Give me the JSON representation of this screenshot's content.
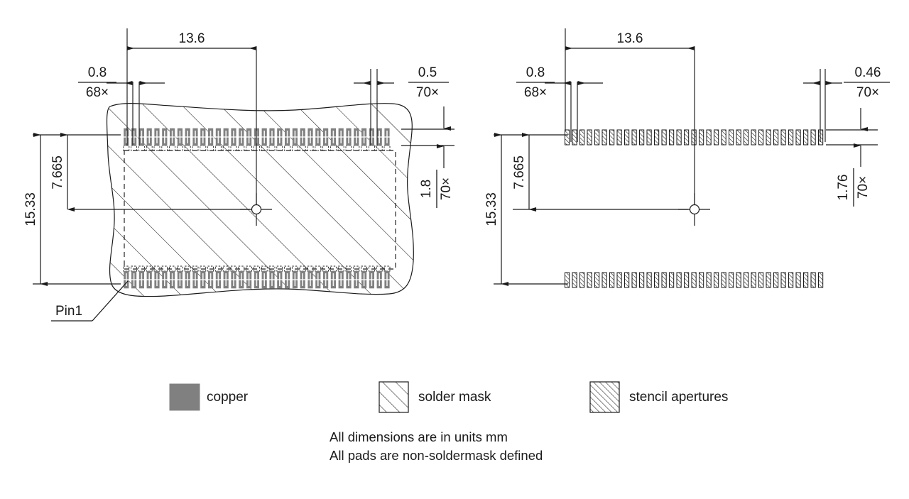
{
  "drawing": {
    "title_note_lines": [
      "All dimensions are in units mm",
      "All pads are non-soldermask defined"
    ],
    "pin1_label": "Pin1",
    "views": [
      {
        "name": "copper-and-soldermask-view",
        "dimensions": {
          "pitch": {
            "value": "0.8",
            "count": "68×"
          },
          "row_gap": {
            "value": "13.6"
          },
          "pad_width": {
            "value": "0.5",
            "count": "70×"
          },
          "pad_height": {
            "value": "1.8",
            "count": "70×"
          },
          "overall_height": {
            "value": "15.33"
          },
          "row_spacing": {
            "value": "7.665"
          }
        }
      },
      {
        "name": "stencil-aperture-view",
        "dimensions": {
          "pitch": {
            "value": "0.8",
            "count": "68×"
          },
          "row_gap": {
            "value": "13.6"
          },
          "aperture_width": {
            "value": "0.46",
            "count": "70×"
          },
          "aperture_height": {
            "value": "1.76",
            "count": "70×"
          },
          "overall_height": {
            "value": "15.33"
          },
          "row_spacing": {
            "value": "7.665"
          }
        }
      }
    ],
    "pad_count_per_row": 35,
    "colors": {
      "copper": "#808080",
      "line": "#1a1a1a",
      "background": "#ffffff"
    }
  },
  "legend": {
    "items": [
      {
        "label": "copper",
        "swatch": "solid-gray-swatch"
      },
      {
        "label": "solder mask",
        "swatch": "sparse-hatch-swatch"
      },
      {
        "label": "stencil apertures",
        "swatch": "dense-hatch-swatch"
      }
    ]
  }
}
